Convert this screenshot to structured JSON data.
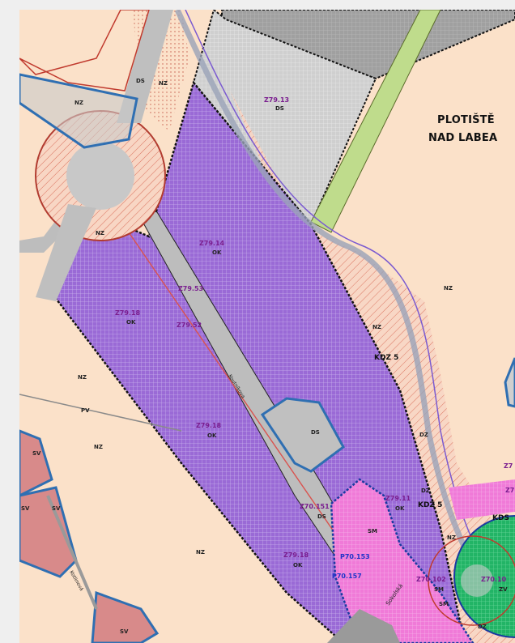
{
  "town_label": [
    "PLOTIŠTĚ",
    "NAD LABEA"
  ],
  "zone_labels": {
    "z79_13": "Z79.13",
    "ds_top": "DS",
    "ds_a": "DS",
    "nz_a": "NZ",
    "nz_b": "NZ",
    "nz_c": "NZ",
    "nz_d": "NZ",
    "nz_e": "NZ",
    "nz_f": "NZ",
    "nz_g": "NZ",
    "nz_h": "NZ",
    "nz_i": "NZ",
    "z79_14": "Z79.14",
    "ok_14": "OK",
    "z79_53": "Z79.53",
    "z79_52": "Z79.52",
    "z79_18_a": "Z79.18",
    "ok_18_a": "OK",
    "z79_18_b": "Z79.18",
    "ok_18_b": "OK",
    "z79_18_c": "Z79.18",
    "ok_18_c": "OK",
    "ds_mid": "DS",
    "pv": "PV",
    "sv_a": "SV",
    "sv_b": "SV",
    "sv_c": "SV",
    "sv_d": "SV",
    "kdz_5": "KDZ 5",
    "kdz_5b": "KDZ 5",
    "kds": "KDS",
    "dz_a": "DZ",
    "dz_b": "DZ",
    "dz_c": "DZ",
    "z70_151": "Z70.151",
    "ds_151": "DS",
    "z79_11": "Z79.11",
    "ok_11": "OK",
    "sm_a": "SM",
    "sm_b": "SM",
    "sm_c": "SM",
    "p70_153": "P70.153",
    "p70_157": "P70.157",
    "z70_102": "Z70.102",
    "z70_10": "Z70.10",
    "zv": "ZV",
    "z7_a": "Z7",
    "z7_b": "Z7",
    "street_a": "Koutníkova",
    "street_b": "Sokolská",
    "street_c": "Kotlinová"
  }
}
